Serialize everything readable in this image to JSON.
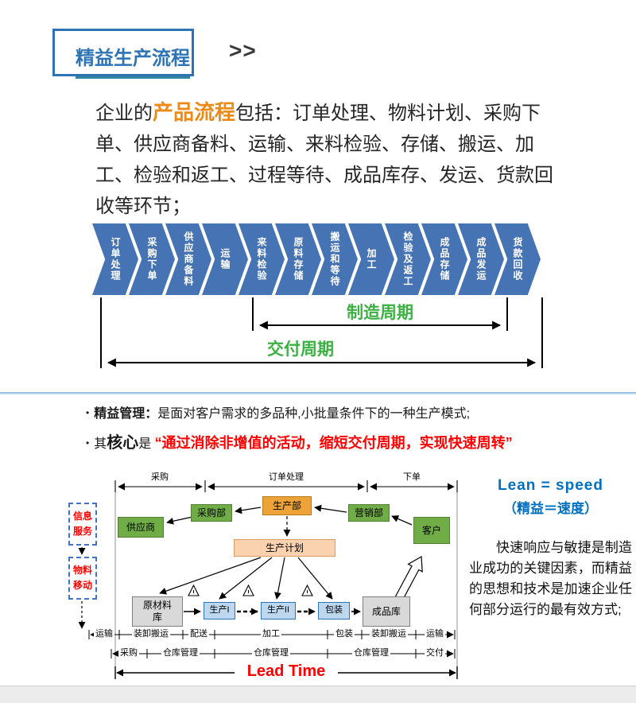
{
  "header": {
    "title": "精益生产流程",
    "arrows": ">>"
  },
  "intro": {
    "prefix": "企业的",
    "highlight": "产品流程",
    "body": "包括：订单处理、物料计划、采购下单、供应商备料、运输、来料检验、存储、搬运、加工、检验和返工、过程等待、成品库存、发运、货款回收等环节；"
  },
  "process_flow": {
    "steps": [
      "订单处理",
      "采购下单",
      "供应商备料",
      "运输",
      "来料检验",
      "原料存储",
      "搬运和等待",
      "加工",
      "检验及返工",
      "成品存储",
      "成品发运",
      "货款回收"
    ]
  },
  "cycles": {
    "manufacturing": "制造周期",
    "delivery": "交付周期"
  },
  "bullets": {
    "b1_marker": "•",
    "b1_bold": "精益管理：",
    "b1_rest": "是面对客户需求的多品种,小批量条件下的一种生产模式;",
    "b2_marker": "•",
    "b2_t1": "其",
    "b2_bold": "核心",
    "b2_t2": "是 ",
    "b2_red": "“通过消除非增值的活动，缩短交付周期，实现快速周转”"
  },
  "diagram": {
    "top_spans": [
      "采购",
      "订单处理",
      "下单"
    ],
    "side_info": "信息服务",
    "side_material": "物料移动",
    "boxes": {
      "supplier": "供应商",
      "purchasing": "采购部",
      "production": "生产部",
      "marketing": "营销部",
      "customer": "客户",
      "plan": "生产计划",
      "raw_store": "原材料库",
      "prod1": "生产I",
      "prod2": "生产II",
      "packing": "包装",
      "finished_store": "成品库"
    },
    "rowA": [
      "运输",
      "装卸搬运",
      "配送",
      "加工",
      "包装",
      "装卸搬运",
      "运输"
    ],
    "rowB": [
      "采购",
      "仓库管理",
      "仓库管理",
      "仓库管理",
      "交付"
    ],
    "lead_time": "Lead Time"
  },
  "aside": {
    "line1": "Lean = speed",
    "line2": "（精益＝速度）",
    "body": "快速响应与敏捷是制造业成功的关键因素，而精益的思想和技术是加速企业任何部分运行的最有效方式;"
  },
  "colors": {
    "title_blue": "#2e74b5",
    "underline_teal": "#31859c",
    "highlight_orange": "#ed8a16",
    "chevron_blue": "#4673b4",
    "cycle_green": "#3cb043",
    "quote_red": "#ff0000",
    "aside_blue": "#0070c0",
    "box_green": "#70ad47",
    "box_orange": "#eda338",
    "box_peach": "#fad2b0",
    "box_gray": "#d9d9d9",
    "box_blue": "#bdd7ee"
  }
}
